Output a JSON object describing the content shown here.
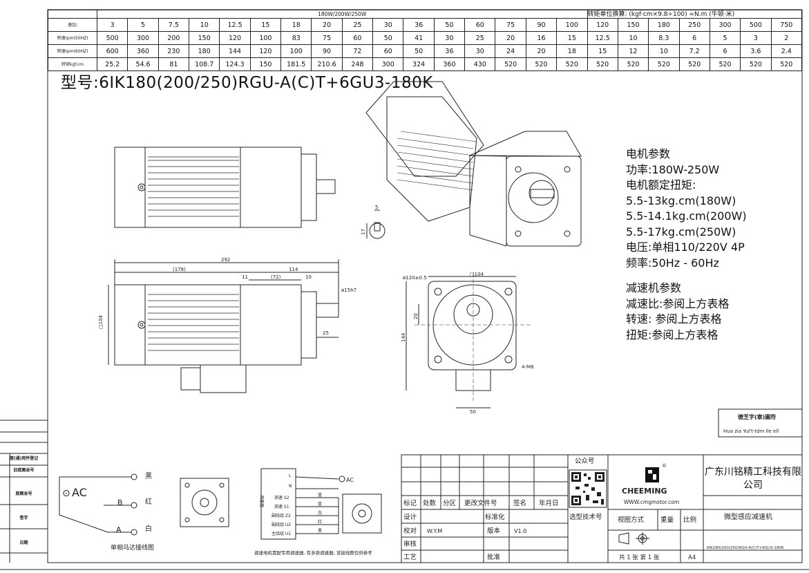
{
  "spec_table": {
    "header_title": "180W/200W/250W",
    "unit_note": "转矩单位换算:  (kgf·cm×9.8÷100) =N.m (牛顿·米)",
    "rows": [
      {
        "label": "速比i",
        "values": [
          "3",
          "5",
          "7.5",
          "10",
          "12.5",
          "15",
          "18",
          "20",
          "25",
          "30",
          "36",
          "50",
          "60",
          "75",
          "90",
          "100",
          "120",
          "150",
          "180",
          "250",
          "300",
          "500",
          "750"
        ]
      },
      {
        "label": "转速rpm(50HZ)",
        "values": [
          "500",
          "300",
          "200",
          "150",
          "120",
          "100",
          "83",
          "75",
          "60",
          "50",
          "41",
          "30",
          "25",
          "20",
          "16",
          "15",
          "12.5",
          "10",
          "8.3",
          "6",
          "5",
          "3",
          "2"
        ]
      },
      {
        "label": "转速rpm(60HZ)",
        "values": [
          "600",
          "360",
          "230",
          "180",
          "144",
          "120",
          "100",
          "90",
          "72",
          "60",
          "50",
          "36",
          "30",
          "24",
          "20",
          "18",
          "15",
          "12",
          "10",
          "7.2",
          "6",
          "3.6",
          "2.4"
        ]
      },
      {
        "label": "转矩kgf.cm",
        "values": [
          "25.2",
          "54.6",
          "81",
          "108.7",
          "124.3",
          "150",
          "181.5",
          "210.6",
          "248",
          "300",
          "324",
          "360",
          "430",
          "520",
          "520",
          "520",
          "520",
          "520",
          "520",
          "520",
          "520",
          "520",
          "520"
        ]
      }
    ]
  },
  "model_title": "型号:6IK180(200/250)RGU-A(C)T+6GU3-180K",
  "params": {
    "motor_heading": "电机参数",
    "power": "功率:180W-250W",
    "torque_heading": "电机额定扭矩:",
    "torque_180": "5.5-13kg.cm(180W)",
    "torque_200": "5.5-14.1kg.cm(200W)",
    "torque_250": "5.5-17kg.cm(250W)",
    "voltage": "电压:单相110/220V 4P",
    "frequency": "频率:50Hz - 60Hz",
    "reducer_heading": "减速机参数",
    "ratio": "减速比:参阅上方表格",
    "speed": "转速: 参阅上方表格",
    "torque": "扭矩:参阅上方表格"
  },
  "dims": {
    "d292": "292",
    "d178": "(178)",
    "d114": "114",
    "d11": "11",
    "d72": "(72)",
    "d10": "10",
    "shaft": "ø15h7",
    "d25": "25",
    "sq104": "□104",
    "key5": "5",
    "key17": "17",
    "pcd": "ø120±0.5",
    "sq104b": "□104",
    "d20": "20",
    "d144": "144",
    "holes": "4-M8",
    "d50": "50"
  },
  "wiring_left": {
    "ac": "AC",
    "black": "黑",
    "red": "红",
    "white": "白",
    "b": "B",
    "a": "A",
    "caption": "单相马达接线图"
  },
  "wiring_mid": {
    "l": "L",
    "n": "N",
    "ac": "AC",
    "speed_ctrl": "调速器",
    "s2": "测速 S2",
    "s1": "测速 S1",
    "z2": "副绕组 Z2",
    "u2": "副绕组 U2",
    "u1": "主绕组 U1",
    "c_blue": "蓝",
    "c_blue2": "蓝",
    "c_white": "白",
    "c_red": "红",
    "c_black": "黑",
    "caption": "调速电机需配专用调速器, 有多款调速器, 该接线图仅供参考"
  },
  "title_block": {
    "mark": "标记",
    "count": "处数",
    "zone": "分区",
    "doc": "更改文件号",
    "sign": "签名",
    "date": "年月日",
    "design": "设计",
    "standard": "标准化",
    "check": "校对",
    "checker": "W.Y.M",
    "version": "版本",
    "version_val": "V1.0",
    "review": "审核",
    "craft": "工艺",
    "approve": "批准",
    "wechat": "公众号",
    "select_tech": "选型技术号",
    "brand": "CHEEMING",
    "website": "WWW.cmgmotor.com",
    "view_mode": "视图方式",
    "weight": "重量",
    "scale": "比例",
    "sheets": "共 1 张 第 1 张",
    "size": "A4",
    "company": "广东川铭精工科技有限公司",
    "product": "微型感应减速机",
    "model_small": "6IK180(200/250)RGU-A(C)T+6GU3-180K",
    "stamp_line1": "德芝字(章)圖符",
    "stamp_line2": "Hua zia Yul't-tdm lle ell"
  },
  "left_strip": {
    "r1": "借(通)用件登记",
    "r2": "旧底图总号",
    "r3": "底图总号",
    "r4": "签字",
    "r5": "日期"
  }
}
